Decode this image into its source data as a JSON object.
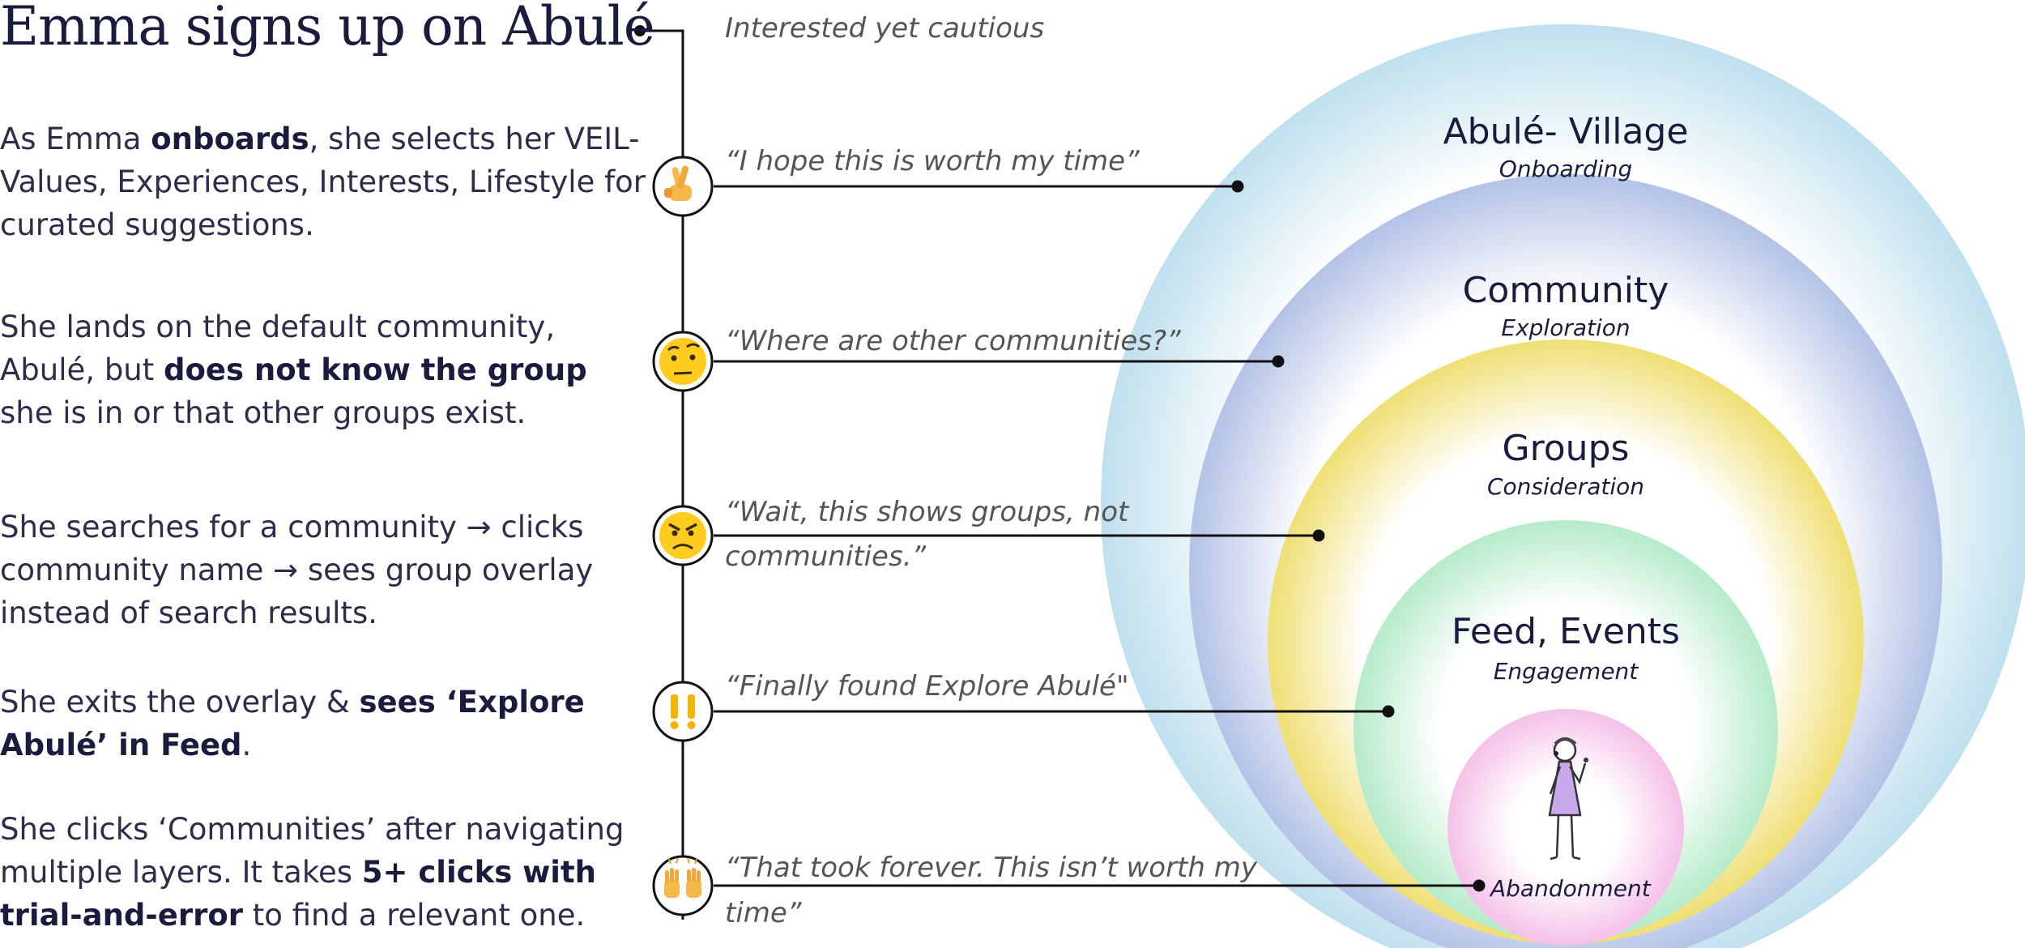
{
  "title": "Emma signs up on Abulé",
  "steps": [
    {
      "parts": [
        {
          "text": "As Emma "
        },
        {
          "text": "onboards",
          "bold": true
        },
        {
          "text": ", she selects her VEIL- Values, Experiences, Interests, Lifestyle for curated suggestions."
        }
      ]
    },
    {
      "parts": [
        {
          "text": "She lands on the default community, Abulé, but "
        },
        {
          "text": "does not know the group",
          "bold": true
        },
        {
          "text": " she is in or that other groups exist."
        }
      ]
    },
    {
      "parts": [
        {
          "text": "She searches for a community → clicks community name → sees group overlay instead of search results."
        }
      ]
    },
    {
      "parts": [
        {
          "text": "She exits the overlay & "
        },
        {
          "text": "sees ‘Explore Abulé’ in Feed",
          "bold": true
        },
        {
          "text": "."
        }
      ]
    },
    {
      "parts": [
        {
          "text": "She clicks ‘Communities’ after navigating multiple layers. It takes "
        },
        {
          "text": "5+ clicks with trial-and-error",
          "bold": true
        },
        {
          "text": " to find a relevant one."
        }
      ]
    }
  ],
  "quotes": {
    "start": "Interested yet cautious",
    "q1": "“I hope this is worth my time”",
    "q2": "“Where are other communities?”",
    "q3_line1": "“Wait, this shows groups, not",
    "q3_line2": "communities.”",
    "q4": "“Finally found Explore Abulé\"",
    "q5_line1": "“That took forever. This isn’t worth my",
    "q5_line2": "time”"
  },
  "emotions": [
    {
      "icon": "crossed-fingers-icon",
      "glyph": "🤞"
    },
    {
      "icon": "raised-eyebrow-face-icon",
      "glyph": "🤨"
    },
    {
      "icon": "angry-face-icon",
      "glyph": "😠"
    },
    {
      "icon": "double-exclamation-icon",
      "glyph": "!!"
    },
    {
      "icon": "raised-hands-icon",
      "glyph": "🙌"
    }
  ],
  "rings": [
    {
      "title": "Abulé- Village",
      "subtitle": "Onboarding",
      "color": "#bfe0ee"
    },
    {
      "title": "Community",
      "subtitle": "Exploration",
      "color": "#b7c5e6"
    },
    {
      "title": "Groups",
      "subtitle": "Consideration",
      "color": "#f1e27c"
    },
    {
      "title": "Feed, Events",
      "subtitle": "Engagement",
      "color": "#bdeccd"
    }
  ],
  "center": {
    "label": "Abandonment",
    "color": "#f6c6ea"
  },
  "colors": {
    "text": "#1a1c3d",
    "line": "#111111",
    "emoji_yellow": "#ffcc1f"
  }
}
